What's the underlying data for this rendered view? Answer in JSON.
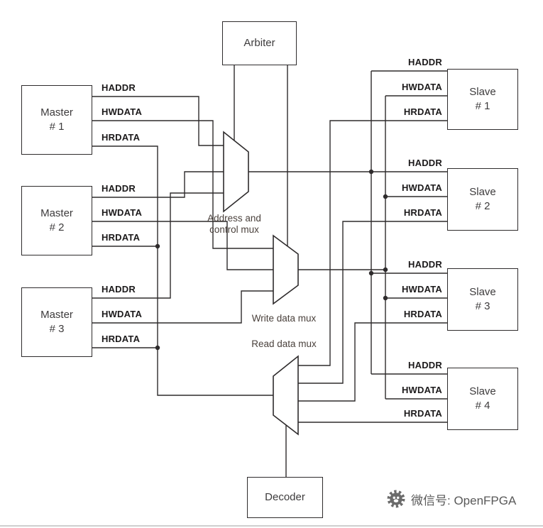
{
  "diagram": {
    "arbiter_label": "Arbiter",
    "decoder_label": "Decoder",
    "masters": [
      {
        "title": "Master",
        "number": "# 1",
        "signals": [
          "HADDR",
          "HWDATA",
          "HRDATA"
        ]
      },
      {
        "title": "Master",
        "number": "# 2",
        "signals": [
          "HADDR",
          "HWDATA",
          "HRDATA"
        ]
      },
      {
        "title": "Master",
        "number": "# 3",
        "signals": [
          "HADDR",
          "HWDATA",
          "HRDATA"
        ]
      }
    ],
    "slaves": [
      {
        "title": "Slave",
        "number": "# 1",
        "signals": [
          "HADDR",
          "HWDATA",
          "HRDATA"
        ]
      },
      {
        "title": "Slave",
        "number": "# 2",
        "signals": [
          "HADDR",
          "HWDATA",
          "HRDATA"
        ]
      },
      {
        "title": "Slave",
        "number": "# 3",
        "signals": [
          "HADDR",
          "HWDATA",
          "HRDATA"
        ]
      },
      {
        "title": "Slave",
        "number": "# 4",
        "signals": [
          "HADDR",
          "HWDATA",
          "HRDATA"
        ]
      }
    ],
    "muxes": {
      "address_control_line1": "Address and",
      "address_control_line2": "control mux",
      "write_data": "Write data mux",
      "read_data": "Read data mux"
    },
    "colors": {
      "wire": "#2e2b2c",
      "block_border": "#2e2b2c",
      "block_text": "#3d3b3c",
      "signal_text": "#1c1a1b",
      "mux_label_text": "#4a413c",
      "watermark_text": "#595959"
    }
  },
  "watermark": {
    "icon": "openfpga-seal-icon",
    "text": "微信号: OpenFPGA"
  }
}
